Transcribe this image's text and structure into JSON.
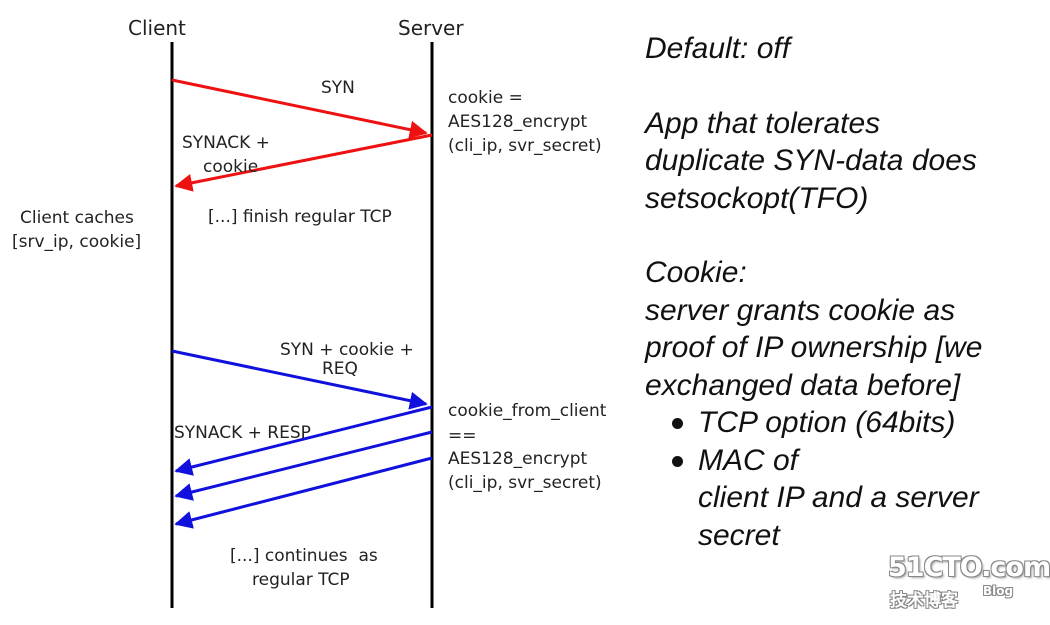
{
  "diagram": {
    "client_header": "Client",
    "server_header": "Server",
    "labels": {
      "syn": "SYN",
      "synack_cookie_1": "SYNACK +",
      "synack_cookie_2": "cookie",
      "server_cookie_1": "cookie =",
      "server_cookie_2": "AES128_encrypt",
      "server_cookie_3": "(cli_ip, svr_secret)",
      "client_caches_1": "Client caches",
      "client_caches_2": "[srv_ip, cookie]",
      "finish_regular": "[...] finish regular TCP",
      "syn_cookie_req_1": "SYN + cookie +",
      "syn_cookie_req_2": "REQ",
      "cookie_check_1": "cookie_from_client",
      "cookie_check_2": "==",
      "cookie_check_3": "AES128_encrypt",
      "cookie_check_4": "(cli_ip, svr_secret)",
      "synack_resp": "SYNACK + RESP",
      "continues_1": "[...] continues  as",
      "continues_2": "regular TCP"
    },
    "colors": {
      "lifeline": "#000000",
      "first_handshake": "#ee1111",
      "fast_open": "#1111dd"
    }
  },
  "notes": {
    "default": "Default: off",
    "app_1": "App that tolerates",
    "app_2": "duplicate SYN-data does",
    "app_3": "setsockopt(TFO)",
    "cookie_title": "Cookie:",
    "cookie_1": "server grants cookie as",
    "cookie_2": "proof of IP ownership [we",
    "cookie_3": "exchanged data before]",
    "bullets": [
      "TCP option (64bits)",
      "MAC of"
    ],
    "bullet_2_cont_1": "client IP and a server",
    "bullet_2_cont_2": "secret"
  },
  "watermark": {
    "logo": "51CTO.com",
    "subtitle": "技术博客",
    "blog": "Blog"
  }
}
